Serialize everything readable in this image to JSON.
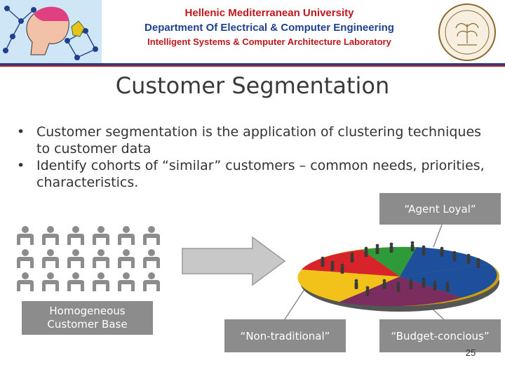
{
  "header": {
    "university": "Hellenic Mediterranean University",
    "department": "Department Of Electrical & Computer Engineering",
    "laboratory": "Intelligent Systems & Computer Architecture Laboratory"
  },
  "slide": {
    "title": "Customer Segmentation",
    "bullets": [
      "Customer segmentation is the application of clustering techniques to customer data",
      "Identify cohorts of “similar” customers – common needs, priorities, characteristics."
    ],
    "bullet_symbol": "•",
    "page_number": "25"
  },
  "diagram": {
    "base_label_line1": "Homogeneous",
    "base_label_line2": "Customer Base",
    "segment_labels": {
      "agent_loyal": "“Agent Loyal”",
      "non_traditional": "“Non-traditional”",
      "budget_conscious": "“Budget-concious”"
    },
    "segment_colors": {
      "red": "#d9232a",
      "green": "#2f9a3a",
      "blue": "#1d4f9c",
      "purple": "#7a2d5e",
      "yellow": "#f2c21b"
    },
    "label_box_color": "#8c8c8c",
    "arrow_color": "#c8c8c8"
  }
}
